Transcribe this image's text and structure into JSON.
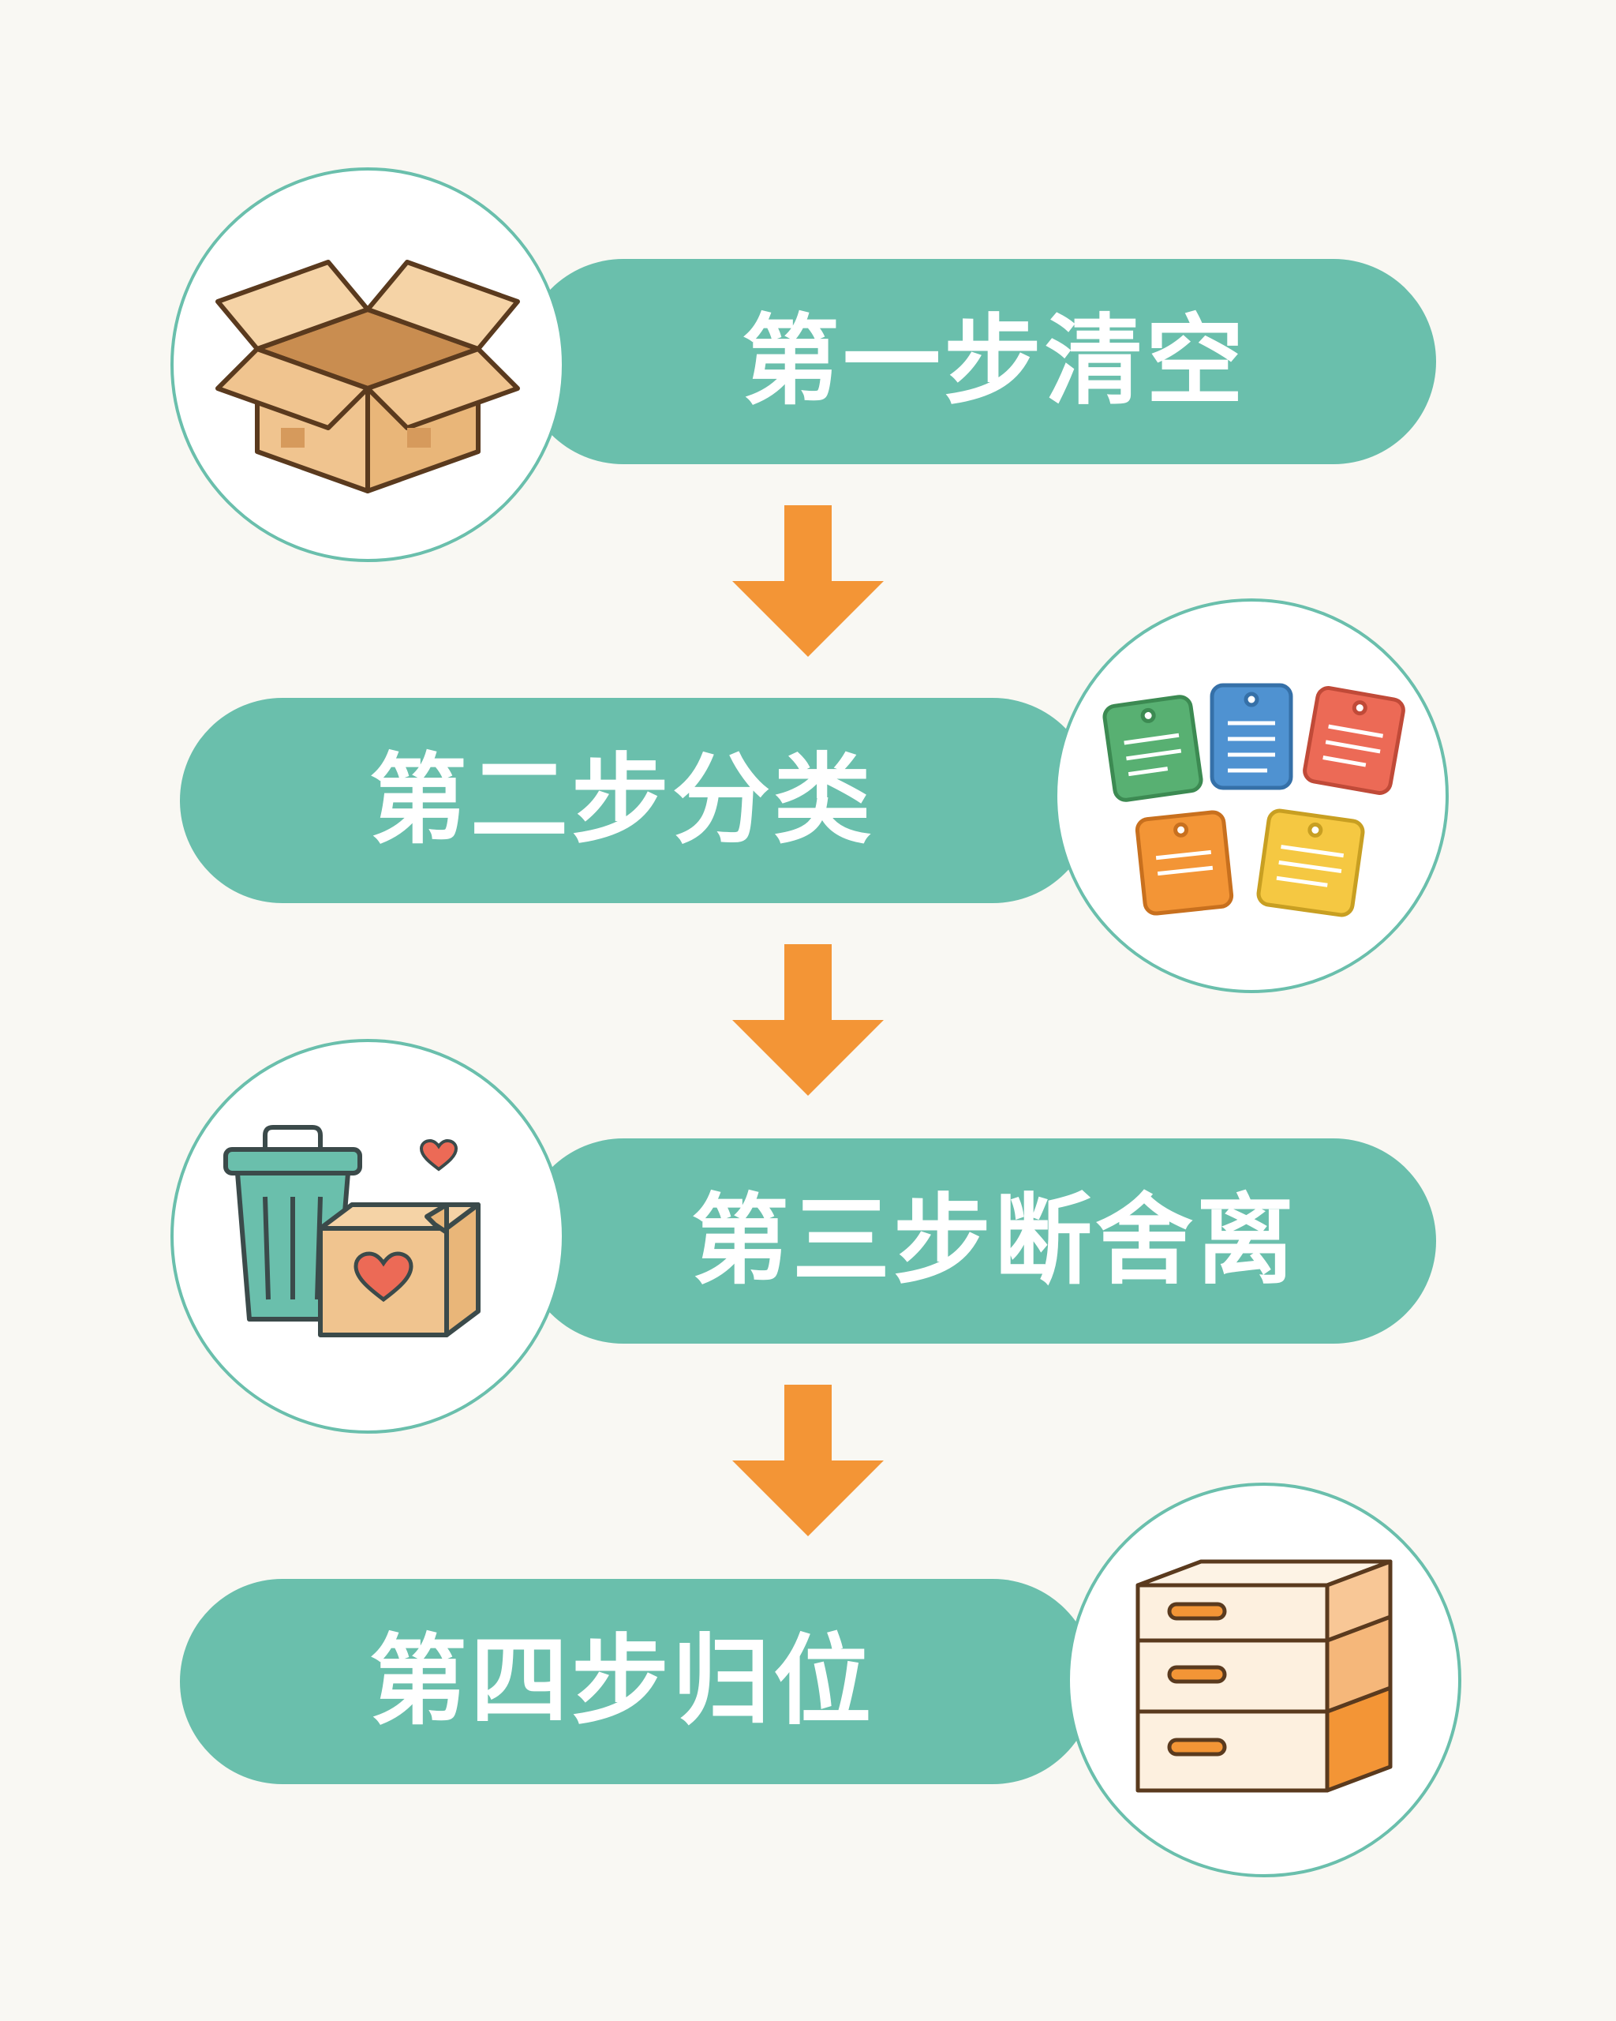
{
  "steps": [
    {
      "label": "第一步清空",
      "icon": "open-cardboard-box-icon"
    },
    {
      "label": "第二步分类",
      "icon": "colored-tags-icon"
    },
    {
      "label": "第三步断舍离",
      "icon": "trash-can-and-donation-box-icon"
    },
    {
      "label": "第四步归位",
      "icon": "stacked-storage-boxes-icon"
    }
  ],
  "arrow_icon": "down-arrow-icon",
  "colors": {
    "background": "#f9f8f3",
    "pill": "#6abfac",
    "arrow": "#f39536",
    "cardboard": "#f0c48f",
    "tag_green": "#58b072",
    "tag_blue": "#4f92d1",
    "tag_red": "#ec6a56",
    "tag_orange": "#f39536",
    "tag_yellow": "#f5c842"
  }
}
